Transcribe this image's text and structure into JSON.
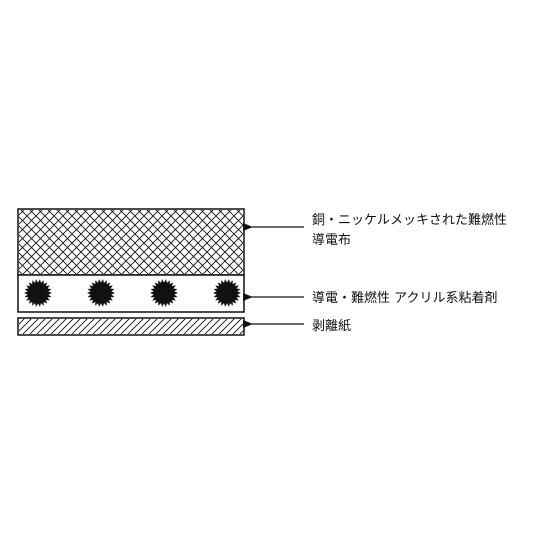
{
  "layers": [
    {
      "id": "conductive-cloth",
      "lines": [
        "銅・ニッケルメッキされた難燃性",
        "導電布"
      ],
      "pattern": "crosshatch"
    },
    {
      "id": "adhesive",
      "lines": [
        "導電・難燃性 アクリル系粘着剤"
      ],
      "pattern": "particles",
      "particle_count": 4
    },
    {
      "id": "release-paper",
      "lines": [
        "剥離紙"
      ],
      "pattern": "diagonal-hatch"
    }
  ],
  "colors": {
    "stroke": "#111111",
    "background": "#ffffff"
  }
}
